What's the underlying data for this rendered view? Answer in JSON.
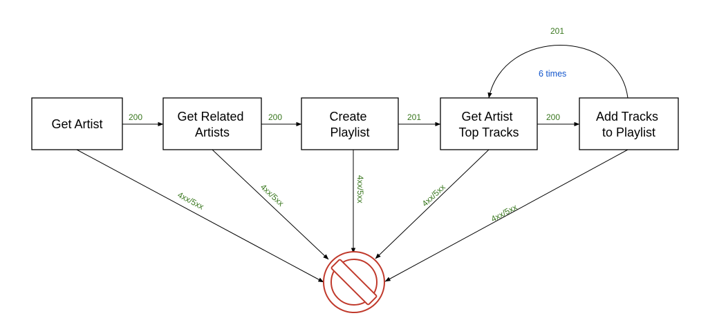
{
  "nodes": [
    {
      "id": "get-artist",
      "lines": [
        "Get Artist"
      ]
    },
    {
      "id": "get-related-artists",
      "lines": [
        "Get Related",
        "Artists"
      ]
    },
    {
      "id": "create-playlist",
      "lines": [
        "Create",
        "Playlist"
      ]
    },
    {
      "id": "get-artist-top-tracks",
      "lines": [
        "Get Artist",
        "Top Tracks"
      ]
    },
    {
      "id": "add-tracks-to-playlist",
      "lines": [
        "Add Tracks",
        "to Playlist"
      ]
    }
  ],
  "edges": [
    {
      "from": "get-artist",
      "to": "get-related-artists",
      "label": "200"
    },
    {
      "from": "get-related-artists",
      "to": "create-playlist",
      "label": "200"
    },
    {
      "from": "create-playlist",
      "to": "get-artist-top-tracks",
      "label": "201"
    },
    {
      "from": "get-artist-top-tracks",
      "to": "add-tracks-to-playlist",
      "label": "200"
    }
  ],
  "loop": {
    "from": "add-tracks-to-playlist",
    "to": "get-artist-top-tracks",
    "label": "201",
    "note": "6 times"
  },
  "error_edges": [
    {
      "from": "get-artist",
      "label": "4xx/5xx"
    },
    {
      "from": "get-related-artists",
      "label": "4xx/5xx"
    },
    {
      "from": "create-playlist",
      "label": "4xx/5xx"
    },
    {
      "from": "get-artist-top-tracks",
      "label": "4xx/5xx"
    },
    {
      "from": "add-tracks-to-playlist",
      "label": "4xx/5xx"
    }
  ],
  "error_icon": {
    "icon": "no-entry-icon",
    "color": "#c0392b"
  },
  "colors": {
    "status_label": "#38761d",
    "note": "#1155cc",
    "stroke": "#000000"
  }
}
